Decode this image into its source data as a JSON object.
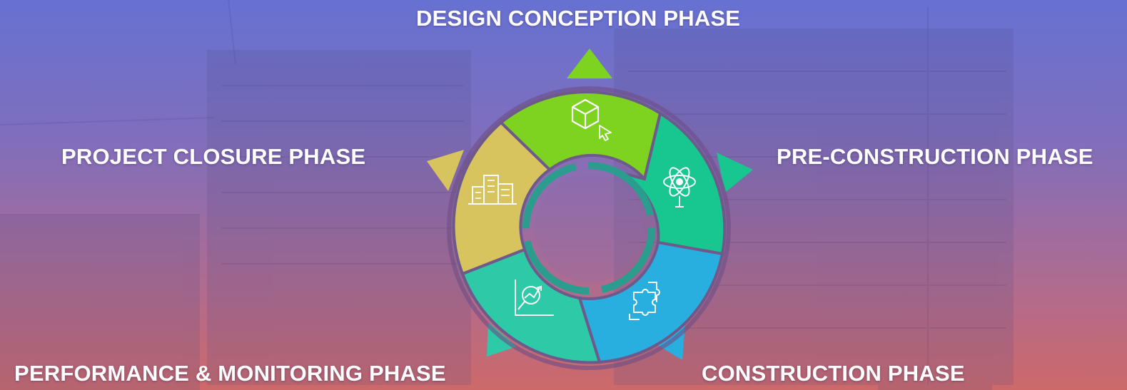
{
  "labels": {
    "design": "DESIGN CONCEPTION PHASE",
    "pre_construction": "PRE-CONSTRUCTION PHASE",
    "project_closure": "PROJECT CLOSURE PHASE",
    "performance": "PERFORMANCE & MONITORING PHASE",
    "construction": "CONSTRUCTION PHASE"
  },
  "colors": {
    "design": "#7ed321",
    "pre_construction": "#17c78f",
    "construction": "#29aee0",
    "performance": "#2ec9a7",
    "project_closure": "#d7c45e",
    "inner_ring": "#2a9d8f"
  },
  "icons": {
    "design": "cube-cursor-icon",
    "pre_construction": "atom-bulb-icon",
    "construction": "puzzle-icon",
    "performance": "chart-magnifier-icon",
    "project_closure": "buildings-icon"
  }
}
